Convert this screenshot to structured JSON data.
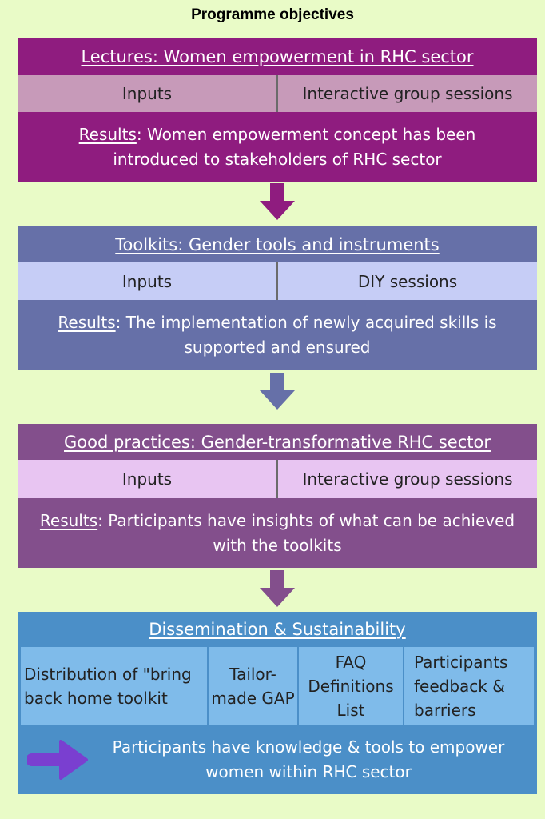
{
  "title": "Programme objectives",
  "blocks": [
    {
      "heading": "Lectures: Women empowerment in RHC sector",
      "inputs_label": "Inputs",
      "inputs_value": "Interactive group sessions",
      "results_label": "Results",
      "results_text": ": Women empowerment concept has been introduced to stakeholders of RHC sector"
    },
    {
      "heading": "Toolkits: Gender tools and instruments",
      "inputs_label": "Inputs",
      "inputs_value": "DIY sessions",
      "results_label": "Results",
      "results_text": ": The implementation of newly acquired skills is supported and ensured"
    },
    {
      "heading": "Good practices: Gender-transformative RHC sector",
      "inputs_label": "Inputs",
      "inputs_value": "Interactive group sessions",
      "results_label": "Results",
      "results_text": ": Participants have insights of what can be achieved with the toolkits"
    }
  ],
  "dissemination": {
    "heading": "Dissemination & Sustainability",
    "items": [
      "Distribution of \"bring back home toolkit",
      "Tailor-made GAP",
      "FAQ Definitions List",
      "Participants feedback & barriers"
    ],
    "outcome": "Participants have knowledge & tools to empower women within RHC sector"
  },
  "colors": {
    "background": "#e9fbc7",
    "block1": "#8f1c7f",
    "block2": "#6670a8",
    "block3": "#834f8c",
    "block4": "#4b8fc8",
    "outcome_arrow": "#7a3fd0"
  }
}
